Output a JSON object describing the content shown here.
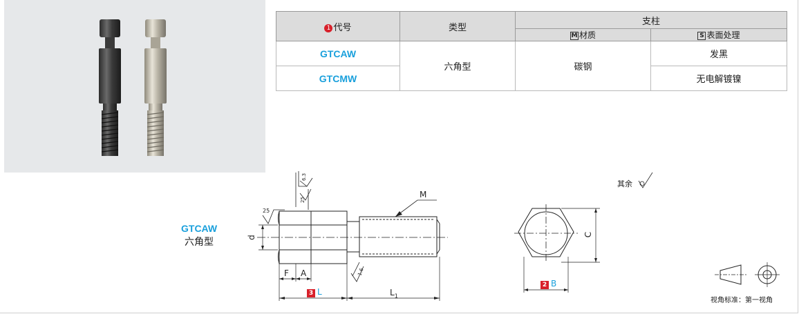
{
  "table": {
    "col_code_num": "1",
    "col_code": "代号",
    "col_type": "类型",
    "col_support": "支柱",
    "sub_material_box": "M",
    "sub_material": "材质",
    "sub_surface_box": "S",
    "sub_surface": "表面处理",
    "rows": [
      {
        "code": "GTCAW",
        "surface": "发黑"
      },
      {
        "code": "GTCMW",
        "surface": "无电解镀镍"
      }
    ],
    "type_value": "六角型",
    "material_value": "碳钢"
  },
  "side": {
    "code": "GTCAW",
    "type": "六角型"
  },
  "drawing": {
    "M": "M",
    "d": "d",
    "F": "F",
    "A": "A",
    "L_num": "3",
    "L": "L",
    "L1": "L",
    "L1_sub": "1",
    "B_num": "2",
    "B": "B",
    "C": "C",
    "rough_25a": "25",
    "rough_25b": "25",
    "rough_63": "6.3",
    "rough_16": "1.6",
    "other_rough": "其余",
    "view_note": "视角标准：第一视角"
  },
  "colors": {
    "accent_blue": "#1aa0dc",
    "accent_red": "#d8202a",
    "header_gray": "#dcdcdc",
    "photo_bg": "#e6e8ea"
  }
}
